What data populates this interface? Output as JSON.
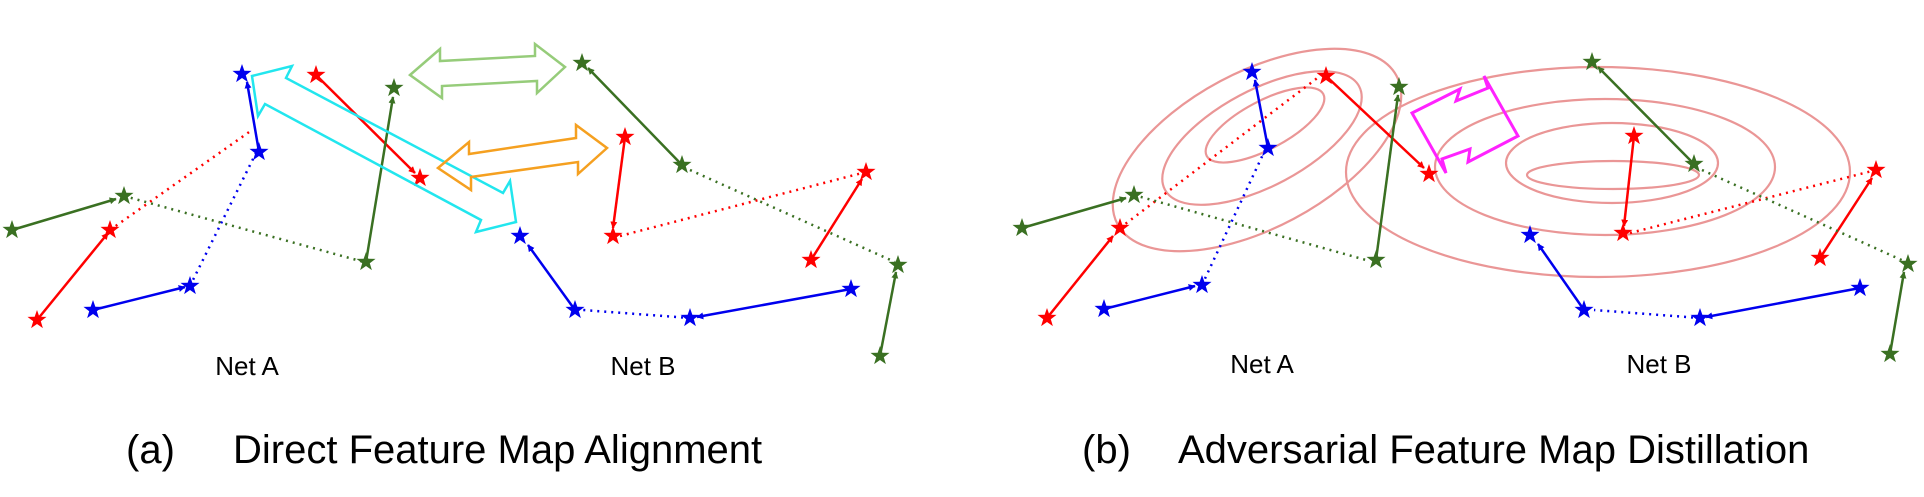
{
  "panel_a": {
    "net_a_label": "Net A",
    "net_b_label": "Net B",
    "caption_letter": "(a)",
    "caption_text": "Direct Feature Map Alignment"
  },
  "panel_b": {
    "net_a_label": "Net A",
    "net_b_label": "Net B",
    "caption_letter": "(b)",
    "caption_text": "Adversarial Feature Map Distillation"
  },
  "colors": {
    "red": "#ff0000",
    "blue": "#0000ee",
    "green": "#3a7022",
    "cyan": "#22e6ee",
    "light_green": "#96cc7a",
    "orange": "#f5a020",
    "magenta": "#ff22ff",
    "contour": "#ea9696"
  }
}
